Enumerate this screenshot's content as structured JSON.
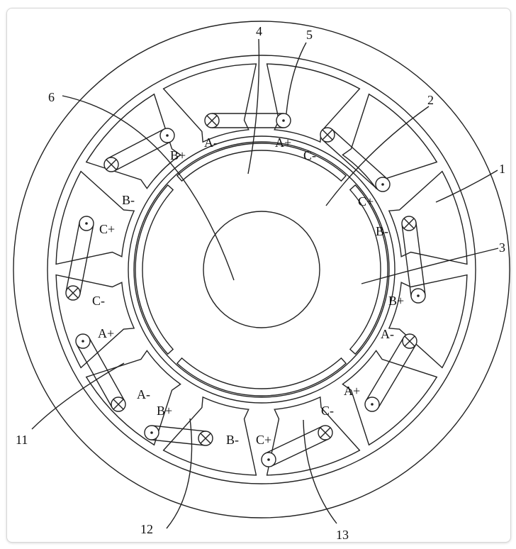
{
  "diagram": {
    "callouts": {
      "c1": "1",
      "c2": "2",
      "c3": "3",
      "c4": "4",
      "c5": "5",
      "c6": "6",
      "c11": "11",
      "c12": "12",
      "c13": "13"
    },
    "phase_labels": {
      "top_left": "A-",
      "top_right": "A+",
      "ur_left": "C-",
      "ur_right": "C+",
      "right_upper_a": "B-",
      "right_upper_b": "B+",
      "right_lower_a": "A-",
      "right_lower_b": "A+",
      "lr_a": "C-",
      "lr_b": "C+",
      "bottom_a": "B-",
      "ll_a": "A-",
      "ll_b": "B+",
      "left_lower": "A+",
      "left_mid": "C-",
      "ul_a": "C+",
      "ul_b": "B-",
      "ul_c": "B+"
    }
  }
}
